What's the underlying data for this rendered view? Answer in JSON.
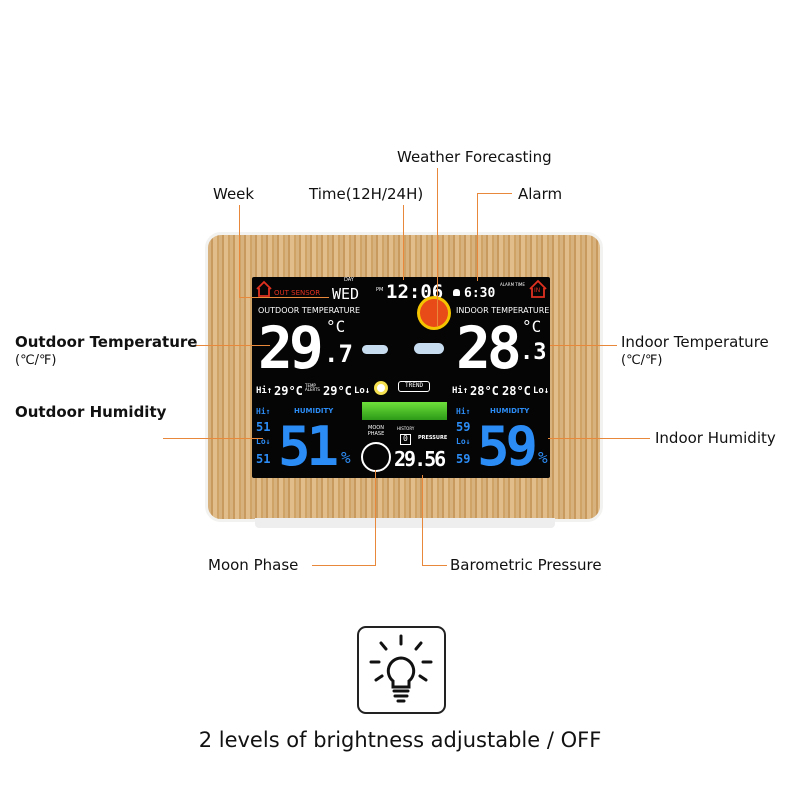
{
  "callouts": {
    "week": "Week",
    "time": "Time(12H/24H)",
    "weather_forecasting": "Weather Forecasting",
    "alarm": "Alarm",
    "outdoor_temperature": "Outdoor Temperature",
    "outdoor_temperature_units": "(℃/℉)",
    "outdoor_humidity": "Outdoor Humidity",
    "indoor_temperature": "Indoor Temperature",
    "indoor_temperature_units": "(℃/℉)",
    "indoor_humidity": "Indoor Humidity",
    "moon_phase": "Moon Phase",
    "barometric_pressure": "Barometric Pressure"
  },
  "display": {
    "out_sensor": "OUT SENSOR",
    "day_label": "DAY",
    "day": "WED",
    "pm": "PM",
    "time": "12:06",
    "alarm_time": "6:30",
    "alarm_label": "ALARM TIME",
    "in_label": "IN",
    "outdoor_temp_label": "OUTDOOR TEMPERATURE",
    "outdoor_temp_int": "29",
    "outdoor_temp_dec": ".7",
    "temp_unit": "°C",
    "indoor_temp_label": "INDOOR TEMPERATURE",
    "indoor_temp_int": "28",
    "indoor_temp_dec": ".3",
    "hi_label": "Hi↑",
    "lo_label": "Lo↓",
    "outdoor_hi": "29°C",
    "outdoor_lo": "29°C",
    "temp_alerts": "TEMP ALERTS",
    "indoor_hi": "28°C",
    "indoor_lo": "28°C",
    "trend": "TREND",
    "humidity_label": "HUMIDITY",
    "outdoor_humidity": "51",
    "outdoor_hum_hi": "51",
    "outdoor_hum_lo": "51",
    "indoor_humidity": "59",
    "indoor_hum_hi": "59",
    "indoor_hum_lo": "59",
    "percent": "%",
    "moon_phase": "MOON PHASE",
    "history": "HISTORY",
    "history_value": "0",
    "pressure_label": "PRESSURE",
    "pressure": "29.56"
  },
  "caption": "2 levels of brightness adjustable / OFF",
  "colors": {
    "callout_line": "#e8883a",
    "humidity": "#2c8cf5",
    "sensor": "#e03020"
  }
}
